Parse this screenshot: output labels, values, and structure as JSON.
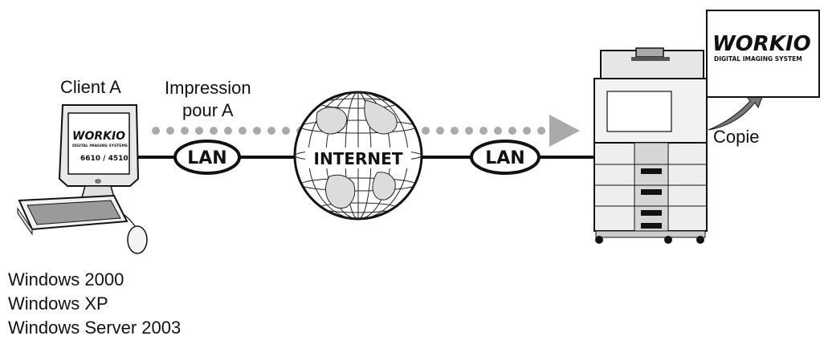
{
  "client": {
    "label": "Client A",
    "brand": "WORKIO",
    "brand_sub": "DIGITAL IMAGING SYSTEMS",
    "model": "6610 / 4510"
  },
  "job": {
    "line1": "Impression",
    "line2": "pour A"
  },
  "network": {
    "lan_left": "LAN",
    "internet": "INTERNET",
    "lan_right": "LAN"
  },
  "output": {
    "label": "Copie",
    "brand": "WORKIO",
    "brand_sub": "DIGITAL IMAGING SYSTEM"
  },
  "os": {
    "items": [
      "Windows 2000",
      "Windows XP",
      "Windows Server 2003"
    ]
  }
}
